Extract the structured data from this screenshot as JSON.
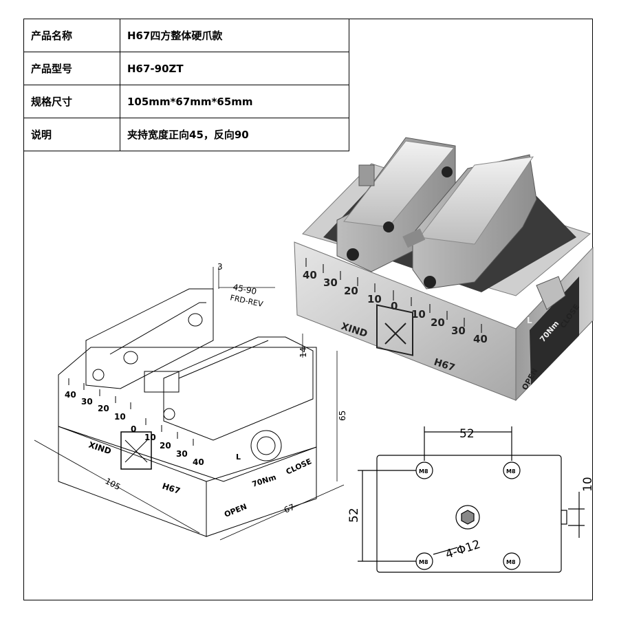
{
  "spec_table": [
    {
      "key": "产品名称",
      "value": "H67四方整体硬爪款"
    },
    {
      "key": "产品型号",
      "value": "H67-90ZT"
    },
    {
      "key": "规格尺寸",
      "value": "105mm*67mm*65mm"
    },
    {
      "key": "说明",
      "value": "夹持宽度正向45，反向90"
    }
  ],
  "photo": {
    "scale_left": [
      "40",
      "30",
      "20",
      "10",
      "0"
    ],
    "scale_right": [
      "10",
      "20",
      "30",
      "40"
    ],
    "brand": "XIND",
    "model": "H67",
    "torque": "70Nm",
    "open": "OPEN",
    "close": "CLOSE",
    "jaw_label": "L"
  },
  "drawing": {
    "scale_left": [
      "40",
      "30",
      "20",
      "10",
      "0"
    ],
    "scale_right": [
      "10",
      "20",
      "30",
      "40"
    ],
    "brand": "XIND",
    "model": "H67",
    "torque": "70Nm",
    "open": "OPEN",
    "close": "CLOSE",
    "jaw_label": "L",
    "dim_3": "3",
    "dim_range": "45-90",
    "dim_mode": "FRD-REV",
    "dim_14": "14",
    "dim_65": "65",
    "dim_105": "105",
    "dim_67": "67"
  },
  "bottom_view": {
    "dim_52_top": "52",
    "dim_52_side": "52",
    "dim_10": "10",
    "hole_callout": "4-Φ12",
    "hole_label": "M8"
  },
  "colors": {
    "steel_light": "#d9d9d9",
    "steel_mid": "#b0b0b0",
    "steel_dark": "#3a3a3a",
    "line": "#000000"
  }
}
